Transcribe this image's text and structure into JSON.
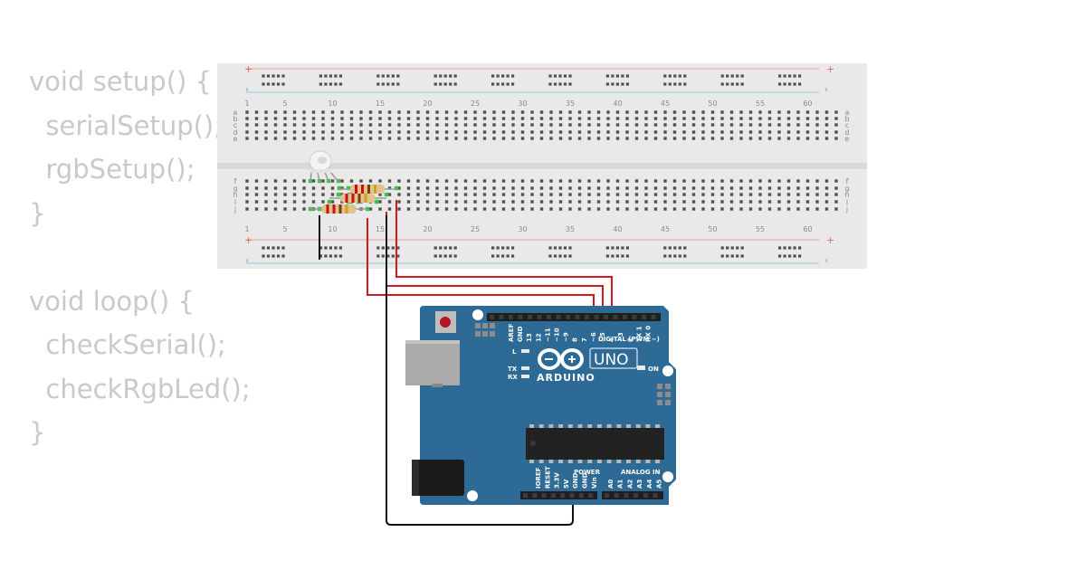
{
  "code": {
    "lines": [
      "void setup() {",
      "  serialSetup();",
      "  rgbSetup();",
      "}",
      "",
      "void loop() {",
      "  checkSerial();",
      "  checkRgbLed();",
      "}"
    ]
  },
  "breadboard": {
    "rail_plus": "+",
    "rail_minus": "-",
    "column_numbers": [
      "1",
      "5",
      "10",
      "15",
      "20",
      "25",
      "30",
      "35",
      "40",
      "45",
      "50",
      "55",
      "60"
    ],
    "rows_top": [
      "a",
      "b",
      "c",
      "d",
      "e"
    ],
    "rows_bottom": [
      "f",
      "g",
      "h",
      "i",
      "j"
    ]
  },
  "arduino": {
    "brand": "ARDUINO",
    "model": "UNO",
    "digital_label": "DIGITAL (PWM ~)",
    "on_label": "ON",
    "led_l": "L",
    "led_tx": "TX",
    "led_rx": "RX",
    "power_label": "POWER",
    "analog_label": "ANALOG IN",
    "digital_pins": [
      "AREF",
      "GND",
      "13",
      "12",
      "~11",
      "~10",
      "~9",
      "8",
      "7",
      "~6",
      "~5",
      "4",
      "~3",
      "2",
      "TX 1",
      "RX 0"
    ],
    "power_pins": [
      "IOREF",
      "RESET",
      "3.3V",
      "5V",
      "GND",
      "GND",
      "Vin"
    ],
    "analog_pins": [
      "A0",
      "A1",
      "A2",
      "A3",
      "A4",
      "A5"
    ]
  },
  "colors": {
    "board_blue": "#2d6a96",
    "breadboard": "#e9e9e9",
    "wire_red": "#d0191c",
    "wire_black": "#111111",
    "rail_red": "#e8a39b",
    "rail_blue": "#98c6d8",
    "hole_green": "#3ec33e"
  }
}
